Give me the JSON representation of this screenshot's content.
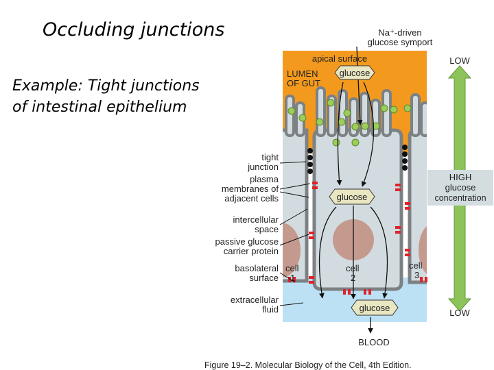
{
  "slide": {
    "title": "Occluding junctions",
    "body_line1": "Example: Tight junctions",
    "body_line2": "of intestinal epithelium"
  },
  "diagram": {
    "top_label_line1": "Na⁺-driven",
    "top_label_line2": "glucose symport",
    "apical_surface": "apical surface",
    "lumen_line1": "LUMEN",
    "lumen_line2": "OF GUT",
    "glucose_top": "glucose",
    "glucose_middle": "glucose",
    "glucose_bottom": "glucose",
    "left_labels": {
      "tight_junction_1": "tight",
      "tight_junction_2": "junction",
      "plasma_1": "plasma",
      "plasma_2": "membranes of",
      "plasma_3": "adjacent cells",
      "intercellular_1": "intercellular",
      "intercellular_2": "space",
      "passive_1": "passive glucose",
      "passive_2": "carrier protein",
      "basolateral_1": "basolateral",
      "basolateral_2": "surface",
      "extracellular_1": "extracellular",
      "extracellular_2": "fluid"
    },
    "cell1_a": "cell",
    "cell1_b": "1",
    "cell2_a": "cell",
    "cell2_b": "2",
    "cell3_a": "cell",
    "cell3_b": "3",
    "blood": "BLOOD",
    "gradient_low_top": "LOW",
    "gradient_high_1": "HIGH",
    "gradient_high_2": "glucose",
    "gradient_high_3": "concentration",
    "gradient_low_bottom": "LOW",
    "caption": "Figure 19–2. Molecular Biology of the Cell, 4th Edition.",
    "colors": {
      "lumen": "#f39a1e",
      "cell": "#d2dce0",
      "extracellular": "#bde1f4",
      "nucleus": "#c49a8e",
      "membrane": "#7c8184",
      "symporter": "#9ccc5a",
      "carrier": "#e0222a",
      "arrow": "#8dc35a",
      "high_box": "#d3dde0"
    }
  }
}
